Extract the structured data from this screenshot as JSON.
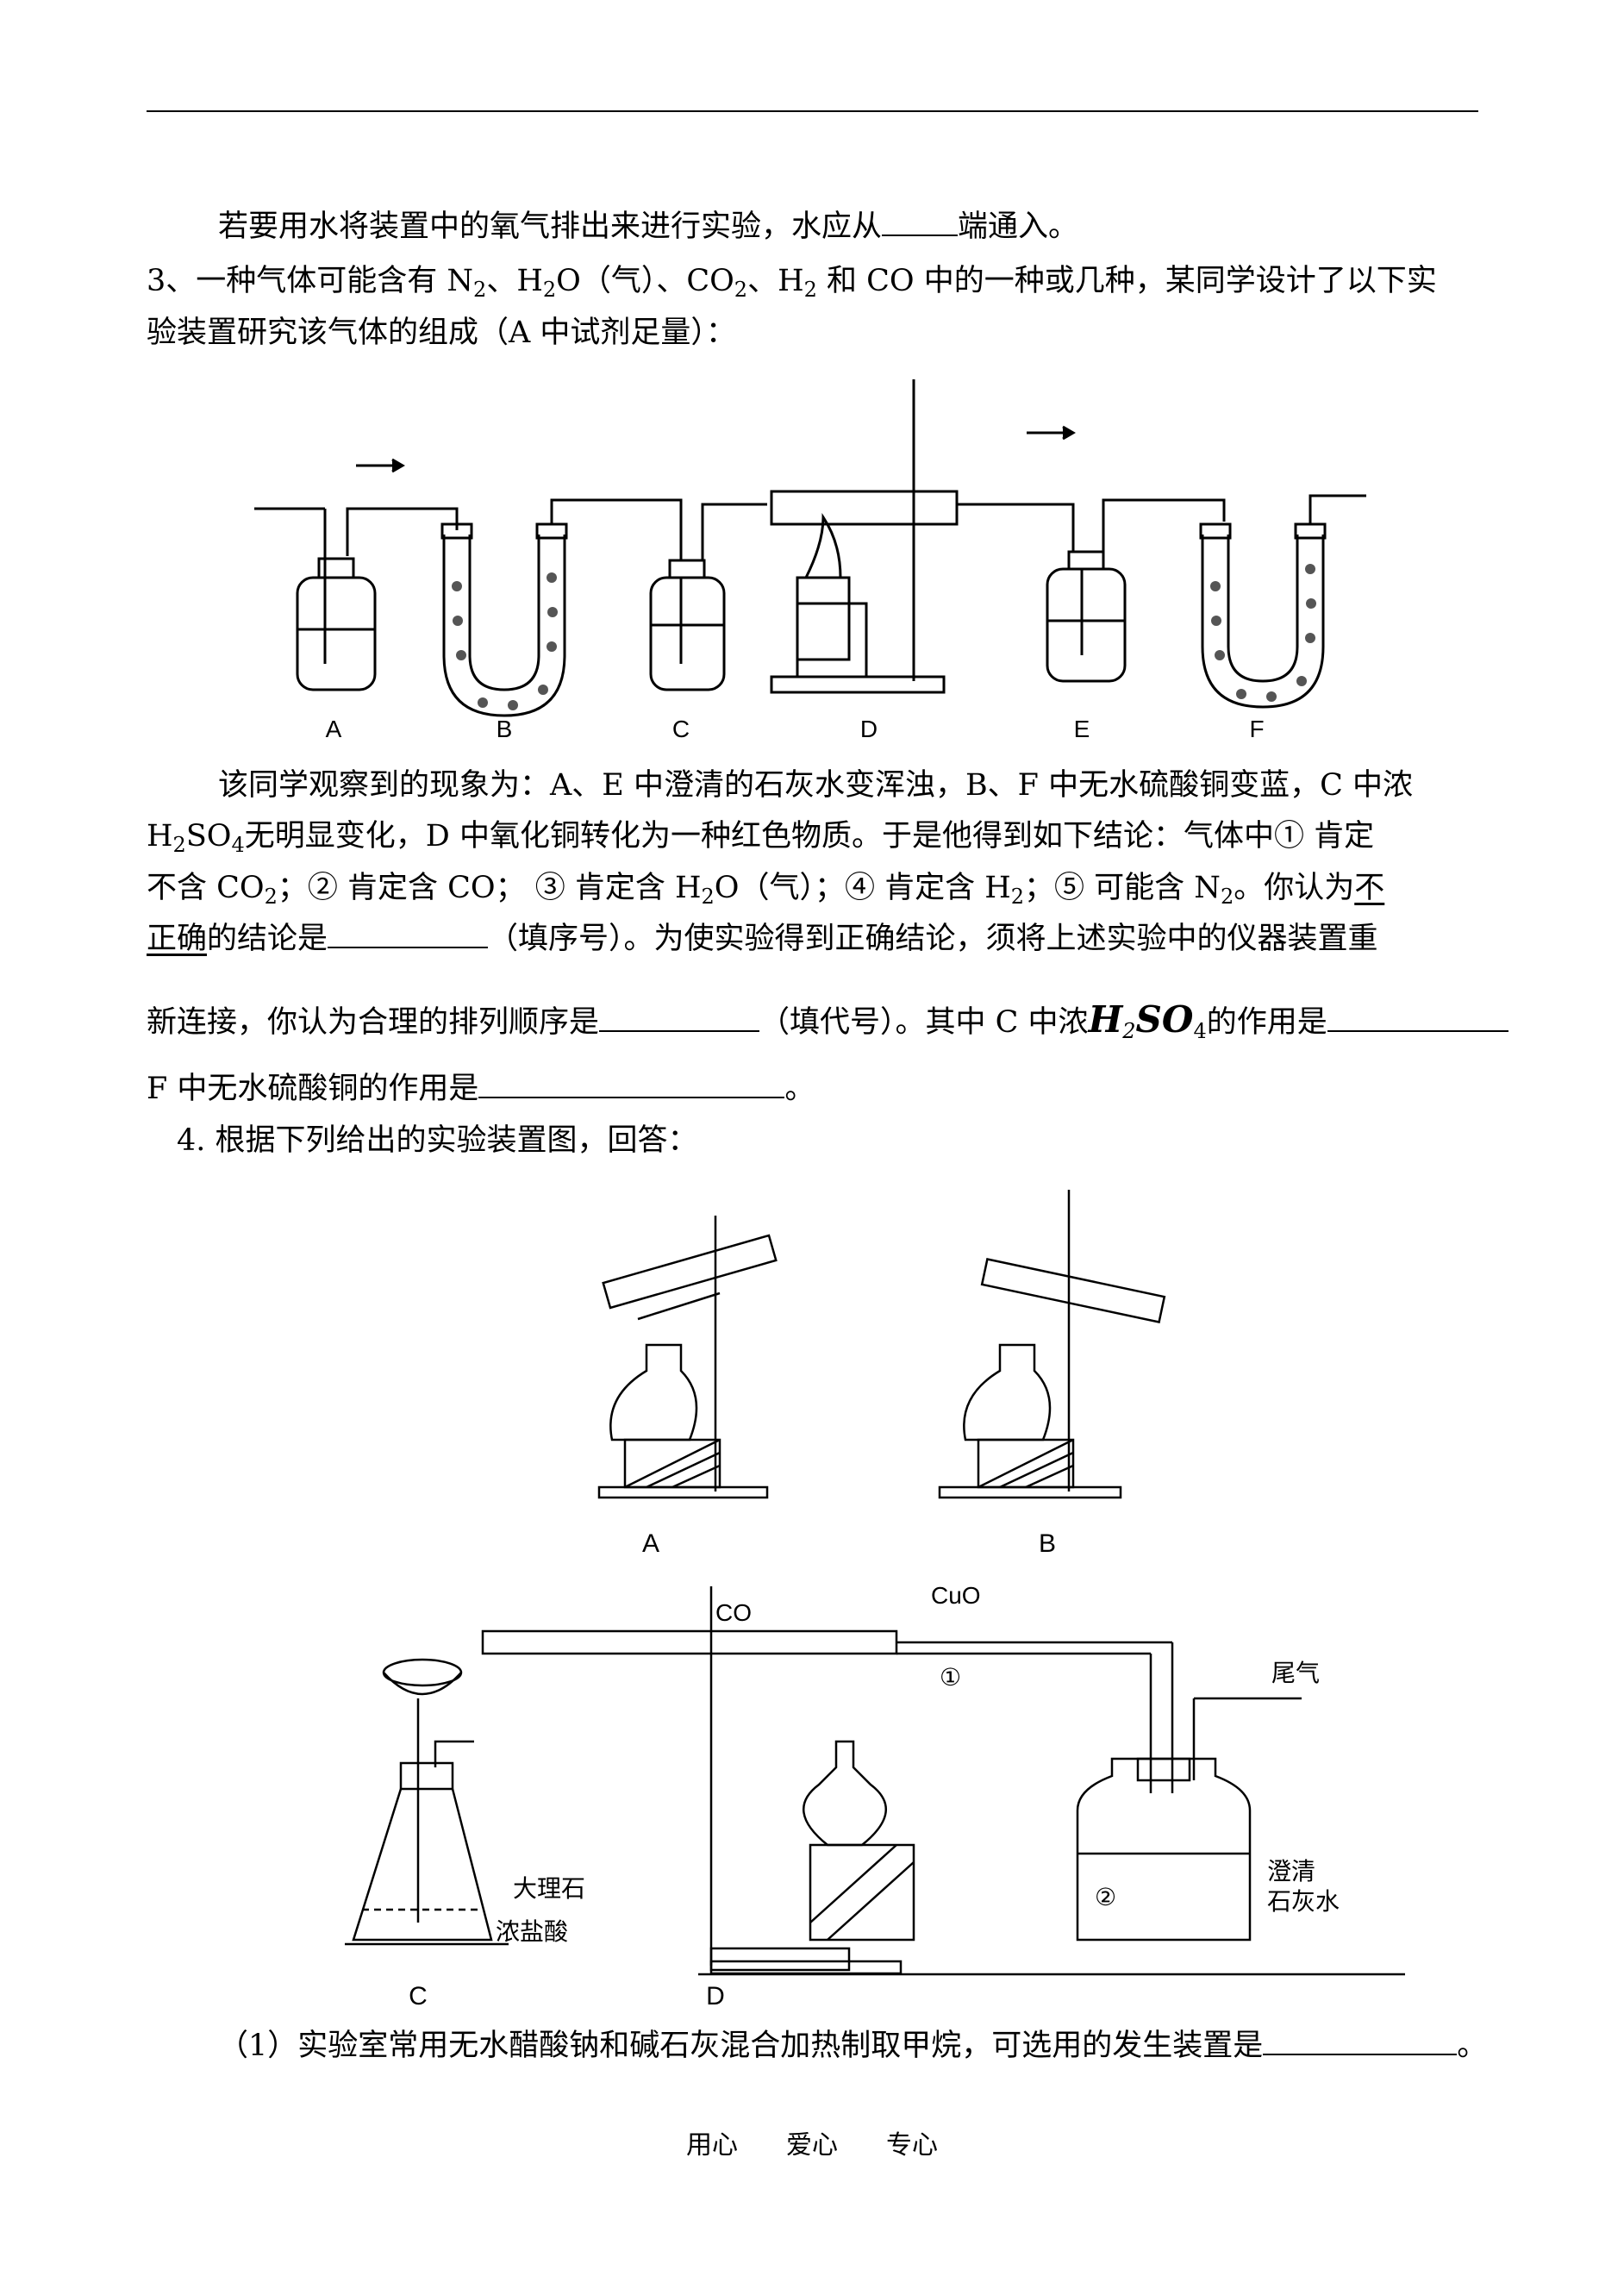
{
  "p1": {
    "text_a": "若要用水将装置中的氧气排出来进行实验，水应从",
    "text_b": "端通入。"
  },
  "q3": {
    "l1_a": "3、一种气体可能含有 N",
    "l1_b": "、H",
    "l1_c": "O（气）、CO",
    "l1_d": "、H",
    "l1_e": " 和 CO 中的一种或几种，某同学设计了以下实",
    "sub2": "2",
    "l2": "验装置研究该气体的组成（A 中试剂足量）：",
    "labels": [
      "A",
      "B",
      "C",
      "D",
      "E",
      "F"
    ],
    "obs1": "该同学观察到的现象为：A、E 中澄清的石灰水变浑浊，B、F 中无水硫酸铜变蓝，C 中浓",
    "obs2_a": "H",
    "obs2_b": "SO",
    "obs2_c": "无明显变化，D 中氧化铜转化为一种红色物质。于是他得到如下结论：气体中① 肯定",
    "sub4": "4",
    "obs3_a": "不含 CO",
    "obs3_b": "；② 肯定含 CO； ③ 肯定含 H",
    "obs3_c": "O（气）；④ 肯定含 H",
    "obs3_d": "；⑤ 可能含 N",
    "obs3_e": "。你认为",
    "obs3_f": "不",
    "obs4_a": "正确",
    "obs4_b": "的结论是",
    "obs4_c": "（填序号）。为使实验得到正确结论，须将上述实验中的仪器装置重",
    "obs5_a": "新连接，你认为合理的排列顺序是",
    "obs5_b": "（填代号）。其中 C 中浓",
    "obs5_h": "H",
    "obs5_so": "SO",
    "obs5_c": "的作用是",
    "obs6_a": "F 中无水硫酸铜的作用是",
    "obs6_b": "。"
  },
  "q4": {
    "title": "4. 根据下列给出的实验装置图，回答：",
    "labels": [
      "A",
      "B",
      "C",
      "D"
    ],
    "c_labels": [
      "大理石",
      "浓盐酸"
    ],
    "d_labels": {
      "co": "CO",
      "cuo": "CuO",
      "tail": "尾气",
      "n1": "①",
      "n2": "②",
      "lime1": "澄清",
      "lime2": "石灰水"
    },
    "q1_a": "（1）实验室常用无水醋酸钠和碱石灰混合加热制取甲烷，可选用的发生装置是",
    "q1_b": "。"
  },
  "footer": [
    "用心",
    "爱心",
    "专心"
  ]
}
